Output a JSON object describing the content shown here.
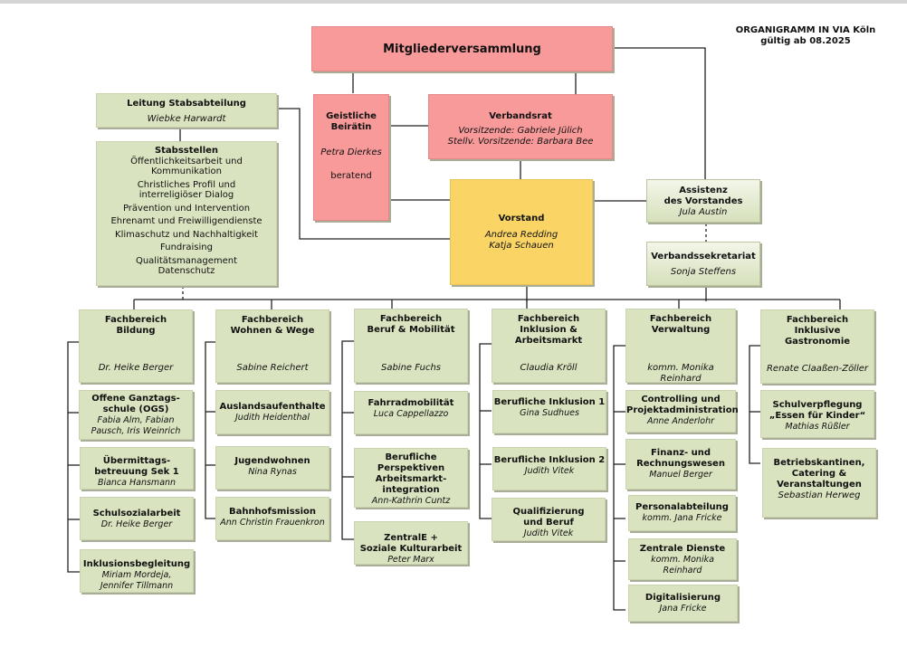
{
  "header": {
    "title_line1": "ORGANIGRAMM IN VIA Köln",
    "title_line2": "gültig ab 08.2025"
  },
  "top": {
    "mitgliederversammlung": "Mitgliederversammlung",
    "geistliche": {
      "title1": "Geistliche",
      "title2": "Beirätin",
      "person": "Petra Dierkes",
      "note": "beratend"
    },
    "verbandsrat": {
      "title": "Verbandsrat",
      "line1": "Vorsitzende: Gabriele Jülich",
      "line2": "Stellv. Vorsitzende: Barbara Bee"
    },
    "vorstand": {
      "title": "Vorstand",
      "person1": "Andrea Redding",
      "person2": "Katja Schauen"
    },
    "assistenz": {
      "title1": "Assistenz",
      "title2": "des Vorstandes",
      "person": "Jula Austin"
    },
    "sekretariat": {
      "title": "Verbandssekretariat",
      "person": "Sonja Steffens"
    },
    "leitung": {
      "title": "Leitung Stabsabteilung",
      "person": "Wiebke Harwardt"
    },
    "stabsstellen": {
      "title": "Stabsstellen",
      "items": [
        "Öffentlichkeitsarbeit und",
        "Kommunikation",
        "Christliches Profil und",
        "interreligiöser Dialog",
        "Prävention und Intervention",
        "Ehrenamt und Freiwilligendienste",
        "Klimaschutz und Nachhaltigkeit",
        "Fundraising",
        "Qualitätsmanagement",
        "Datenschutz"
      ]
    }
  },
  "fachbereiche": [
    {
      "title": [
        "Fachbereich",
        "Bildung"
      ],
      "head": "Dr. Heike Berger",
      "units": [
        {
          "title": [
            "Offene Ganztags-",
            "schule (OGS)"
          ],
          "people": [
            "Fabia Alm, Fabian",
            "Pausch, Iris Weinrich"
          ]
        },
        {
          "title": [
            "Übermittags-",
            "betreuung Sek 1"
          ],
          "people": [
            "Bianca Hansmann"
          ]
        },
        {
          "title": [
            "Schulsozialarbeit"
          ],
          "people": [
            "Dr. Heike Berger"
          ]
        },
        {
          "title": [
            "Inklusionsbegleitung"
          ],
          "people": [
            "Miriam Mordeja,",
            "Jennifer Tillmann"
          ]
        }
      ]
    },
    {
      "title": [
        "Fachbereich",
        "Wohnen & Wege"
      ],
      "head": "Sabine Reichert",
      "units": [
        {
          "title": [
            "Auslandsaufenthalte"
          ],
          "people": [
            "Judith Heidenthal"
          ]
        },
        {
          "title": [
            "Jugendwohnen"
          ],
          "people": [
            "Nina Rynas"
          ]
        },
        {
          "title": [
            "Bahnhofsmission"
          ],
          "people": [
            "Ann Christin Frauenkron"
          ]
        }
      ]
    },
    {
      "title": [
        "Fachbereich",
        "Beruf & Mobilität"
      ],
      "head": "Sabine Fuchs",
      "units": [
        {
          "title": [
            "Fahrradmobilität"
          ],
          "people": [
            "Luca Cappellazzo"
          ]
        },
        {
          "title": [
            "Berufliche",
            "Perspektiven",
            "Arbeitsmarkt-",
            "integration"
          ],
          "people": [
            "Ann-Kathrin Cuntz"
          ]
        },
        {
          "title": [
            "ZentralE +",
            "Soziale Kulturarbeit"
          ],
          "people": [
            "Peter Marx"
          ]
        }
      ]
    },
    {
      "title": [
        "Fachbereich",
        "Inklusion &",
        "Arbeitsmarkt"
      ],
      "head": "Claudia Kröll",
      "units": [
        {
          "title": [
            "Berufliche Inklusion 1"
          ],
          "people": [
            "Gina Sudhues"
          ]
        },
        {
          "title": [
            "Berufliche Inklusion 2"
          ],
          "people": [
            "Judith Vitek"
          ]
        },
        {
          "title": [
            "Qualifizierung",
            "und Beruf"
          ],
          "people": [
            "Judith Vitek"
          ]
        }
      ]
    },
    {
      "title": [
        "Fachbereich",
        "Verwaltung"
      ],
      "head": "komm. Monika Reinhard",
      "units": [
        {
          "title": [
            "Controlling und",
            "Projektadministration"
          ],
          "people": [
            "Anne Anderlohr"
          ]
        },
        {
          "title": [
            "Finanz- und",
            "Rechnungswesen"
          ],
          "people": [
            "Manuel Berger"
          ]
        },
        {
          "title": [
            "Personalabteilung"
          ],
          "people": [
            "komm. Jana Fricke"
          ]
        },
        {
          "title": [
            "Zentrale Dienste"
          ],
          "people": [
            "komm. Monika",
            "Reinhard"
          ]
        },
        {
          "title": [
            "Digitalisierung"
          ],
          "people": [
            "Jana Fricke"
          ]
        }
      ]
    },
    {
      "title": [
        "Fachbereich",
        "Inklusive",
        "Gastronomie"
      ],
      "head": "Renate Claaßen-Zöller",
      "units": [
        {
          "title": [
            "Schulverpflegung",
            "„Essen für Kinder“"
          ],
          "people": [
            "Mathias Rüßler"
          ]
        },
        {
          "title": [
            "Betriebskantinen,",
            "Catering &",
            "Veranstaltungen"
          ],
          "people": [
            "Sebastian Herweg"
          ]
        }
      ]
    }
  ]
}
